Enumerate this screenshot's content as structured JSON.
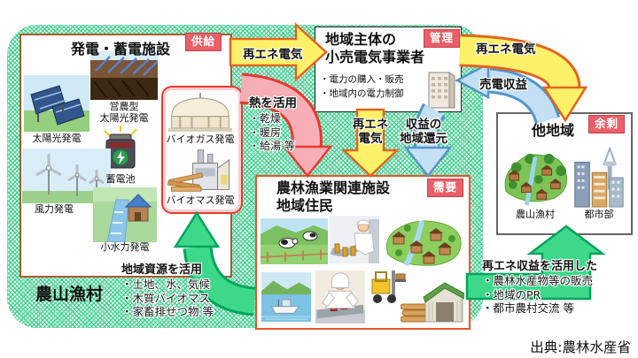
{
  "source_note": "出典:農林水産省",
  "region_label": "農山漁村",
  "colors": {
    "arrow_yellow": "#fdf169",
    "arrow_yellow_border": "#e2641e",
    "arrow_blue": "#c4e0f4",
    "arrow_blue_border": "#5494cc",
    "arrow_pink": "#f7aeb6",
    "arrow_pink_border": "#e8392e",
    "arrow_green": "#3ed88a",
    "arrow_green_border": "#00a55c",
    "badge_red": "#ea5f68",
    "frame_green": "#3ece8d"
  },
  "supply_box": {
    "title": "発電・蓄電施設",
    "badge": "供給",
    "items": [
      {
        "label": "太陽光発電"
      },
      {
        "label_line1": "営農型",
        "label_line2": "太陽光発電"
      },
      {
        "label": "蓄電池"
      },
      {
        "label": "風力発電"
      },
      {
        "label": "小水力発電"
      }
    ],
    "bio_group": [
      {
        "label": "バイオガス発電"
      },
      {
        "label": "バイオマス発電"
      }
    ]
  },
  "retailer_box": {
    "title_line1": "地域主体の",
    "title_line2": "小売電気事業者",
    "badge": "管理",
    "bullets": [
      "・電力の購入・販売",
      "・地域内の電力制御"
    ]
  },
  "demand_box": {
    "title_line1": "農林漁業関連施設",
    "title_line2": "地域住民",
    "badge": "需要"
  },
  "other_region_box": {
    "title": "他地域",
    "badge": "余剰",
    "items": [
      {
        "label": "農山漁村"
      },
      {
        "label": "都市部"
      }
    ]
  },
  "flows": {
    "supply_to_retailer": "再エネ電気",
    "retailer_to_other": "再エネ電気",
    "other_to_retailer": "売電収益",
    "power_line1": "再エネ",
    "power_line2": "電気",
    "profit_line1": "収益の",
    "profit_line2": "地域還元",
    "heat_title": "熱を活用",
    "heat_bullets": [
      "・乾燥",
      "・暖房",
      "・給湯 等"
    ],
    "resource_title": "地域資源を活用",
    "resource_bullets": [
      "・土地、水、気候",
      "・木質バイオマス",
      "・家畜排せつ物 等"
    ],
    "profituse_title": "再エネ収益を活用した",
    "profituse_bullets": [
      "・農林水産物等の販売",
      "・地域のPR",
      "・都市農村交流 等"
    ]
  }
}
